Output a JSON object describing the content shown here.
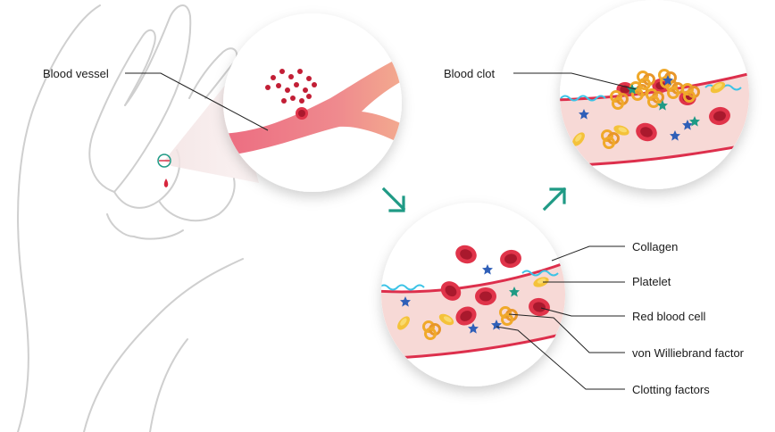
{
  "labels": {
    "blood_vessel": "Blood vessel",
    "blood_clot": "Blood clot",
    "collagen": "Collagen",
    "platelet": "Platelet",
    "red_blood_cell": "Red blood cell",
    "von_willebrand": "von Williebrand factor",
    "clotting_factors": "Clotting factors"
  },
  "colors": {
    "red_cell": "#d7263d",
    "red_cell_dark": "#b01c30",
    "vessel_pink": "#f7d9d6",
    "vessel_wall": "#dd2f4c",
    "collagen": "#3cc3e6",
    "platelet": "#f4c23a",
    "vwf": "#f0a92a",
    "clotting_blue": "#2f5fb8",
    "clotting_green": "#1f9a85",
    "arrow": "#1f9a85",
    "hand_outline": "#cfcfcf"
  },
  "icons": {
    "arrow_down": "arrow-down-right-icon",
    "arrow_up": "arrow-up-right-icon"
  }
}
